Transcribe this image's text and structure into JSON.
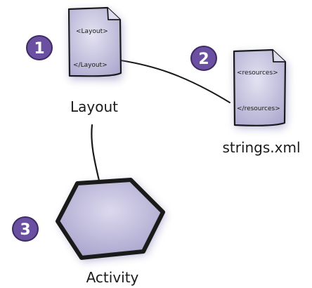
{
  "nodes": {
    "layout": {
      "number": "1",
      "label": "Layout",
      "doc_open_tag": "<Layout>",
      "doc_close_tag": "</Layout>"
    },
    "strings": {
      "number": "2",
      "label": "strings.xml",
      "doc_open_tag": "<resources>",
      "doc_close_tag": "</resources>"
    },
    "activity": {
      "number": "3",
      "label": "Activity"
    }
  },
  "colors": {
    "badge": "#6b4fa0",
    "doc_fill": "#c4c2dd",
    "hex_fill": "#c7c3de",
    "outline": "#1a1a1a"
  }
}
